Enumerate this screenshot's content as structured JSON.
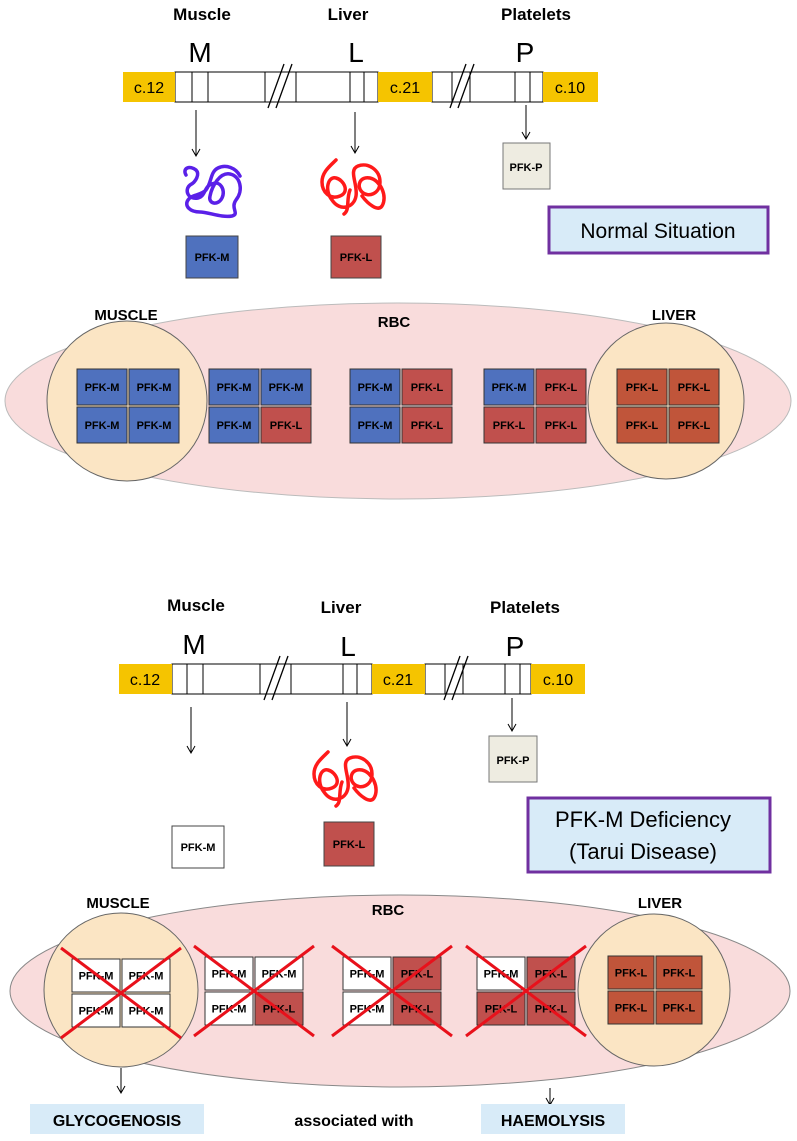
{
  "colors": {
    "yellow": "#f5c400",
    "pfk_m": "#4f71be",
    "pfk_l_rbc": "#c0504d",
    "pfk_l_liver": "#c0553a",
    "pfk_p": "#eeece1",
    "rbc": "#f9dcdc",
    "tissue": "#fbe5c4",
    "purple": "#7030a0",
    "lightblue": "#d8ebf8",
    "cross": "#e8111b",
    "coil_muscle": "#5a20e8",
    "coil_liver": "#ff1a1a"
  },
  "normal": {
    "genes": {
      "muscle_title": "Muscle",
      "liver_title": "Liver",
      "platelets_title": "Platelets",
      "m": "M",
      "l": "L",
      "p": "P"
    },
    "chromosomes": {
      "c12": "c.12",
      "c21": "c.21",
      "c10": "c.10"
    },
    "proteins": {
      "pfk_m": "PFK-M",
      "pfk_l": "PFK-L",
      "pfk_p": "PFK-P"
    },
    "situation_label": "Normal Situation",
    "cells": {
      "muscle": "MUSCLE",
      "rbc": "RBC",
      "liver": "LIVER"
    },
    "tetramers": [
      [
        "PFK-M",
        "PFK-M",
        "PFK-M",
        "PFK-M"
      ],
      [
        "PFK-M",
        "PFK-M",
        "PFK-M",
        "PFK-L"
      ],
      [
        "PFK-M",
        "PFK-L",
        "PFK-M",
        "PFK-L"
      ],
      [
        "PFK-M",
        "PFK-L",
        "PFK-L",
        "PFK-L"
      ],
      [
        "PFK-L",
        "PFK-L",
        "PFK-L",
        "PFK-L"
      ]
    ]
  },
  "deficiency": {
    "genes": {
      "muscle_title": "Muscle",
      "liver_title": "Liver",
      "platelets_title": "Platelets",
      "m": "M",
      "l": "L",
      "p": "P"
    },
    "chromosomes": {
      "c12": "c.12",
      "c21": "c.21",
      "c10": "c.10"
    },
    "proteins": {
      "pfk_m": "PFK-M",
      "pfk_l": "PFK-L",
      "pfk_p": "PFK-P"
    },
    "situation_line1": "PFK-M Deficiency",
    "situation_line2": "(Tarui Disease)",
    "cells": {
      "muscle": "MUSCLE",
      "rbc": "RBC",
      "liver": "LIVER"
    },
    "tetramers": [
      [
        "PFK-M",
        "PFK-M",
        "PFK-M",
        "PFK-M"
      ],
      [
        "PFK-M",
        "PFK-M",
        "PFK-M",
        "PFK-L"
      ],
      [
        "PFK-M",
        "PFK-L",
        "PFK-M",
        "PFK-L"
      ],
      [
        "PFK-M",
        "PFK-L",
        "PFK-L",
        "PFK-L"
      ],
      [
        "PFK-L",
        "PFK-L",
        "PFK-L",
        "PFK-L"
      ]
    ],
    "outcomes": {
      "glycogenosis": "GLYCOGENOSIS",
      "associated": "associated with",
      "haemolysis": "HAEMOLYSIS"
    }
  }
}
